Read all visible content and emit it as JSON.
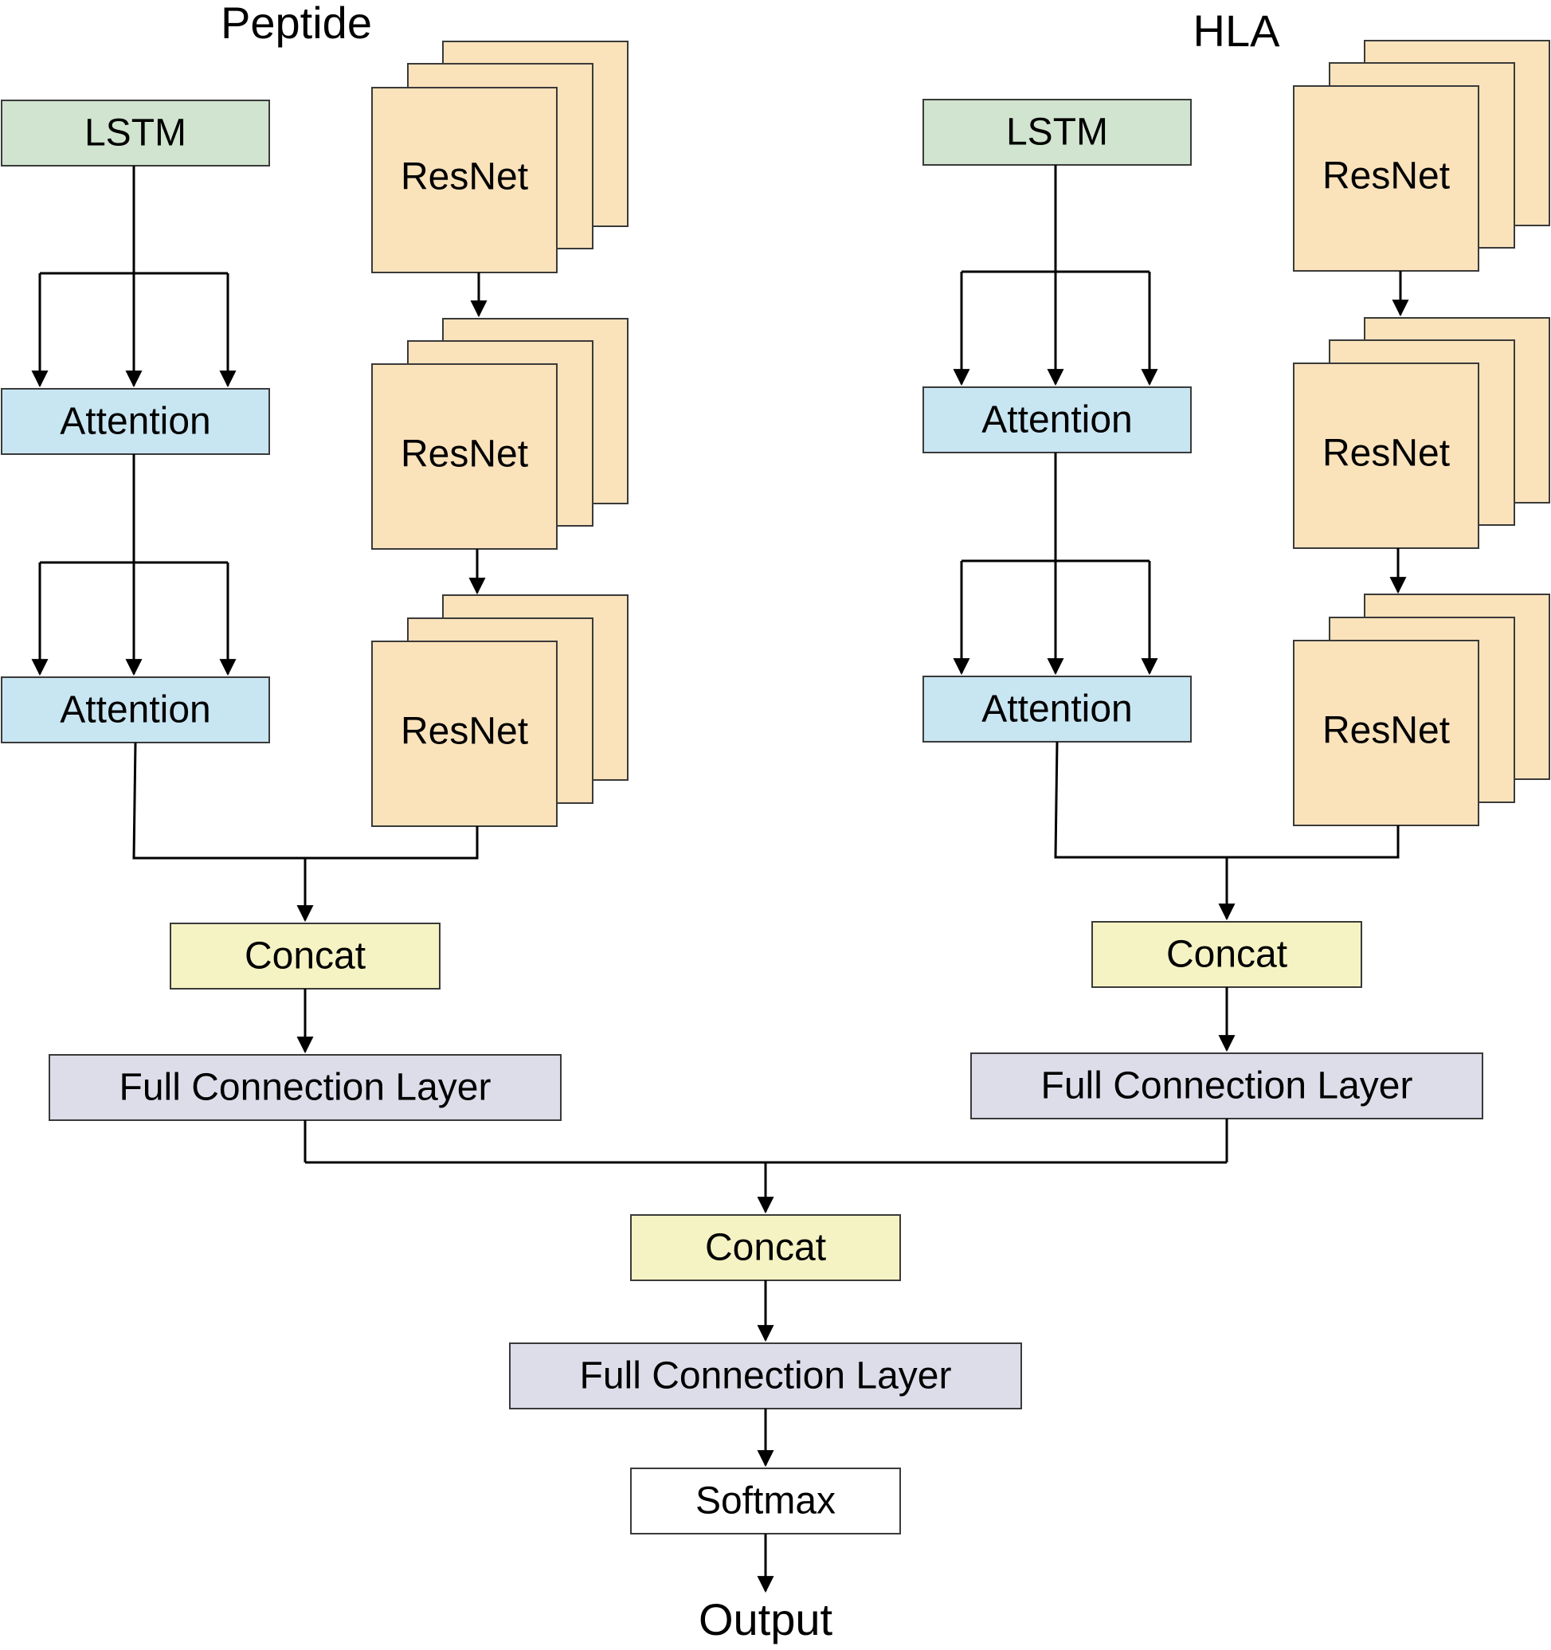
{
  "branches": [
    {
      "title": "Peptide",
      "lstm": "LSTM",
      "attention": [
        "Attention",
        "Attention"
      ],
      "resnet": [
        "ResNet",
        "ResNet",
        "ResNet"
      ],
      "concat": "Concat",
      "fc": "Full Connection Layer"
    },
    {
      "title": "HLA",
      "lstm": "LSTM",
      "attention": [
        "Attention",
        "Attention"
      ],
      "resnet": [
        "ResNet",
        "ResNet",
        "ResNet"
      ],
      "concat": "Concat",
      "fc": "Full Connection Layer"
    }
  ],
  "merge": {
    "concat": "Concat",
    "fc": "Full Connection Layer",
    "softmax": "Softmax",
    "output": "Output"
  },
  "colors": {
    "lstm": "#d0e4cf",
    "attention": "#c8e5f2",
    "resnet": "#fae2bb",
    "concat": "#f5f3c3",
    "fc": "#dcdde9",
    "softmax": "#ffffff"
  }
}
